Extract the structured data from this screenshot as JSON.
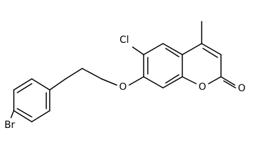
{
  "molecule": {
    "atoms": {
      "chlorine": "Cl",
      "bromine": "Br",
      "ether_oxygen": "O",
      "ring_oxygen": "O",
      "carbonyl_oxygen": "O"
    },
    "colors": {
      "bond": "#000000",
      "label": "#000000",
      "background": "#ffffff"
    }
  }
}
